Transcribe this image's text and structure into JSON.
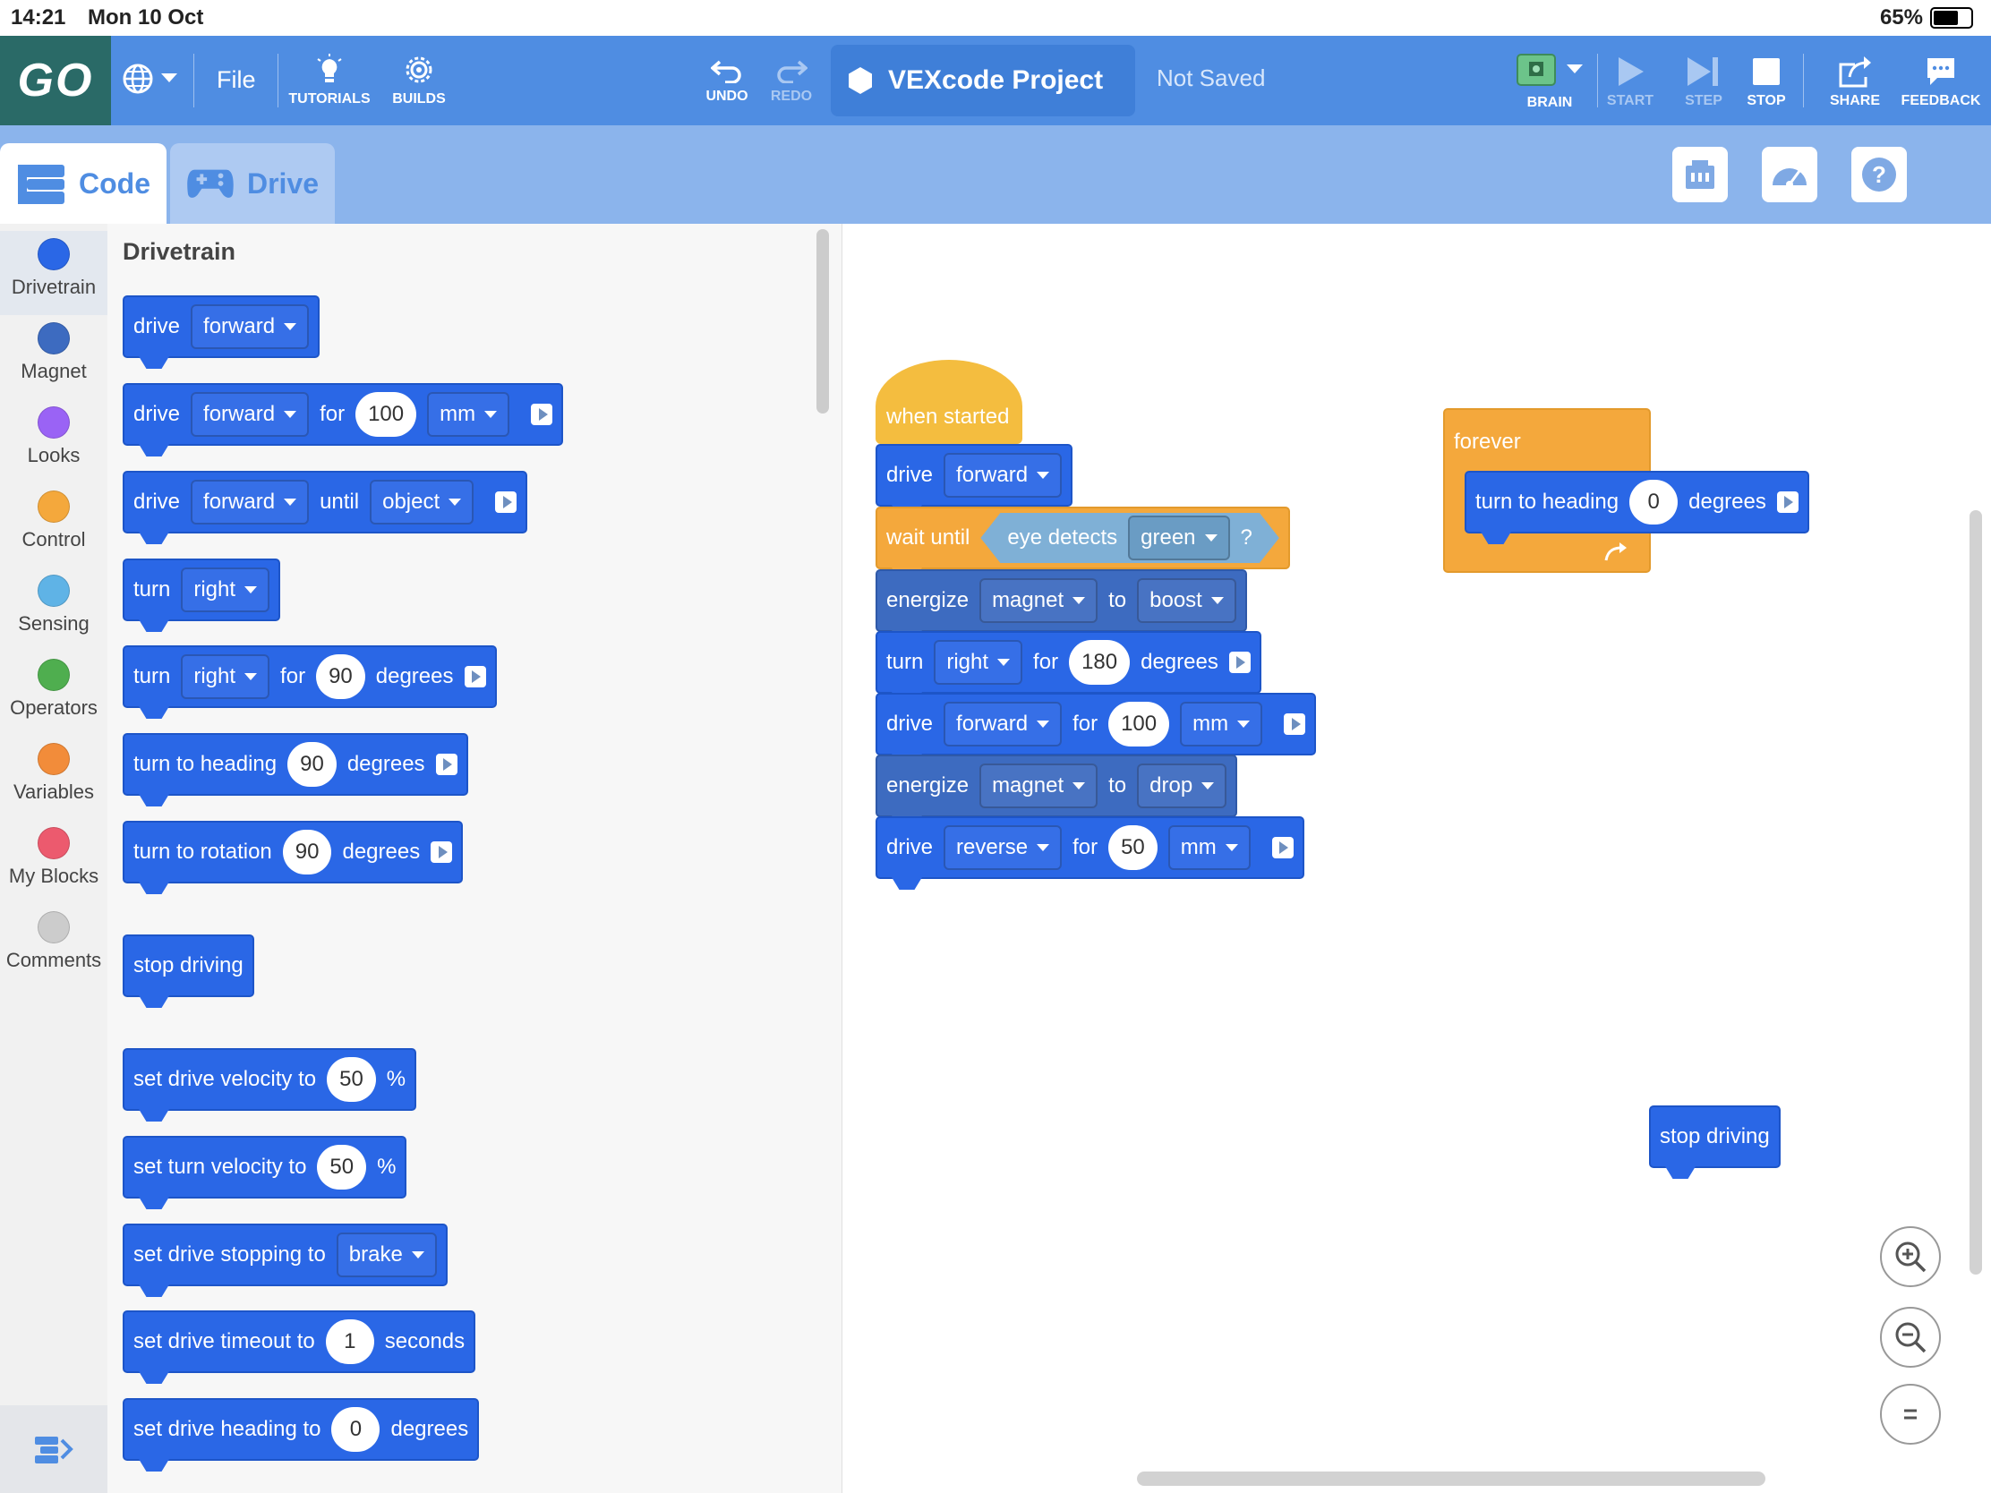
{
  "status": {
    "time": "14:21",
    "date": "Mon 10 Oct",
    "battery": "65%"
  },
  "toolbar": {
    "logo": "GO",
    "file": "File",
    "tutorials": "TUTORIALS",
    "builds": "BUILDS",
    "undo": "UNDO",
    "redo": "REDO",
    "project": "VEXcode Project",
    "saved": "Not Saved",
    "brain": "BRAIN",
    "start": "START",
    "step": "STEP",
    "stop": "STOP",
    "share": "SHARE",
    "feedback": "FEEDBACK"
  },
  "tabs": {
    "code": "Code",
    "drive": "Drive"
  },
  "categories": [
    {
      "label": "Drivetrain",
      "color": "#2a67e6"
    },
    {
      "label": "Magnet",
      "color": "#3d6bc0"
    },
    {
      "label": "Looks",
      "color": "#9a63f5"
    },
    {
      "label": "Control",
      "color": "#f4a83c"
    },
    {
      "label": "Sensing",
      "color": "#5fb3e6"
    },
    {
      "label": "Operators",
      "color": "#4fae4f"
    },
    {
      "label": "Variables",
      "color": "#f28c3a"
    },
    {
      "label": "My Blocks",
      "color": "#ec5a6e"
    },
    {
      "label": "Comments",
      "color": "#cccccc"
    }
  ],
  "palette": {
    "title": "Drivetrain",
    "b1": {
      "w1": "drive",
      "d1": "forward"
    },
    "b2": {
      "w1": "drive",
      "d1": "forward",
      "w2": "for",
      "v1": "100",
      "d2": "mm"
    },
    "b3": {
      "w1": "drive",
      "d1": "forward",
      "w2": "until",
      "d2": "object"
    },
    "b4": {
      "w1": "turn",
      "d1": "right"
    },
    "b5": {
      "w1": "turn",
      "d1": "right",
      "w2": "for",
      "v1": "90",
      "w3": "degrees"
    },
    "b6": {
      "w1": "turn to heading",
      "v1": "90",
      "w2": "degrees"
    },
    "b7": {
      "w1": "turn to rotation",
      "v1": "90",
      "w2": "degrees"
    },
    "b8": {
      "w1": "stop driving"
    },
    "b9": {
      "w1": "set drive velocity to",
      "v1": "50",
      "w2": "%"
    },
    "b10": {
      "w1": "set turn velocity to",
      "v1": "50",
      "w2": "%"
    },
    "b11": {
      "w1": "set drive stopping to",
      "d1": "brake"
    },
    "b12": {
      "w1": "set drive timeout to",
      "v1": "1",
      "w2": "seconds"
    },
    "b13": {
      "w1": "set drive heading to",
      "v1": "0",
      "w2": "degrees"
    }
  },
  "script": {
    "hat": "when started",
    "s1": {
      "w1": "drive",
      "d1": "forward"
    },
    "s2": {
      "w1": "wait until",
      "w2": "eye detects",
      "d1": "green",
      "q": "?"
    },
    "s3": {
      "w1": "energize",
      "d1": "magnet",
      "w2": "to",
      "d2": "boost"
    },
    "s4": {
      "w1": "turn",
      "d1": "right",
      "w2": "for",
      "v1": "180",
      "w3": "degrees"
    },
    "s5": {
      "w1": "drive",
      "d1": "forward",
      "w2": "for",
      "v1": "100",
      "d2": "mm"
    },
    "s6": {
      "w1": "energize",
      "d1": "magnet",
      "w2": "to",
      "d2": "drop"
    },
    "s7": {
      "w1": "drive",
      "d1": "reverse",
      "w2": "for",
      "v1": "50",
      "d2": "mm"
    }
  },
  "forever": {
    "label": "forever",
    "inner": {
      "w1": "turn to heading",
      "v1": "0",
      "w2": "degrees"
    }
  },
  "loose": {
    "w1": "stop driving"
  }
}
